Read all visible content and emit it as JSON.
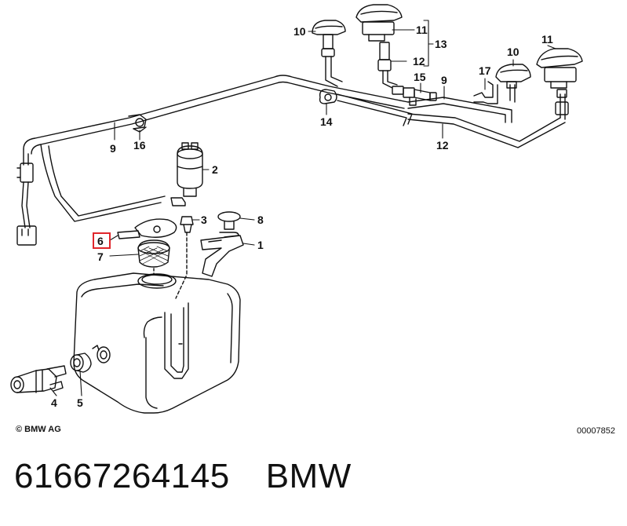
{
  "diagram": {
    "labels": {
      "washer_jet_left_outer": "10",
      "washer_jet_left_inner": "11",
      "bracket_13": "13",
      "cap_left": "12",
      "connector_15": "15",
      "hose_right": "9",
      "elbow_17": "17",
      "washer_jet_right_inner": "10",
      "washer_jet_right_outer": "11",
      "clip_14": "14",
      "hose_lower": "12",
      "hose_left": "9",
      "clip_16": "16",
      "pump": "2",
      "grommet": "3",
      "cap_8": "8",
      "reservoir_bracket": "1",
      "filter_cover": "6",
      "filter": "7",
      "plug_4": "4",
      "grommet_5": "5"
    },
    "highlighted_label": "6"
  },
  "captions": {
    "copyright": "© BMW AG",
    "reference": "00007852"
  },
  "footer": {
    "part_number": "61667264145",
    "brand": "BMW"
  },
  "colors": {
    "ink": "#111111",
    "highlight": "#e0262b",
    "background": "#ffffff"
  }
}
